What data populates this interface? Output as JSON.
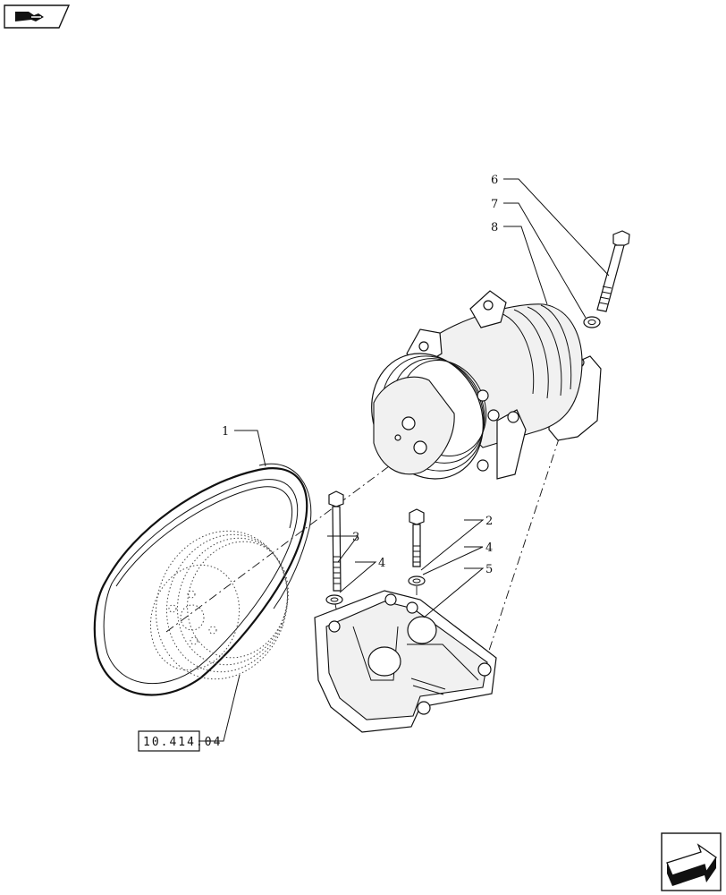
{
  "callouts": {
    "c1": "1",
    "c2": "2",
    "c3": "3",
    "c4a": "4",
    "c4b": "4",
    "c5": "5",
    "c6": "6",
    "c7": "7",
    "c8": "8"
  },
  "reference": "10.414.04",
  "icons": {
    "top_left": "book-arrow-icon",
    "bottom_right": "next-page-arrow-icon"
  }
}
